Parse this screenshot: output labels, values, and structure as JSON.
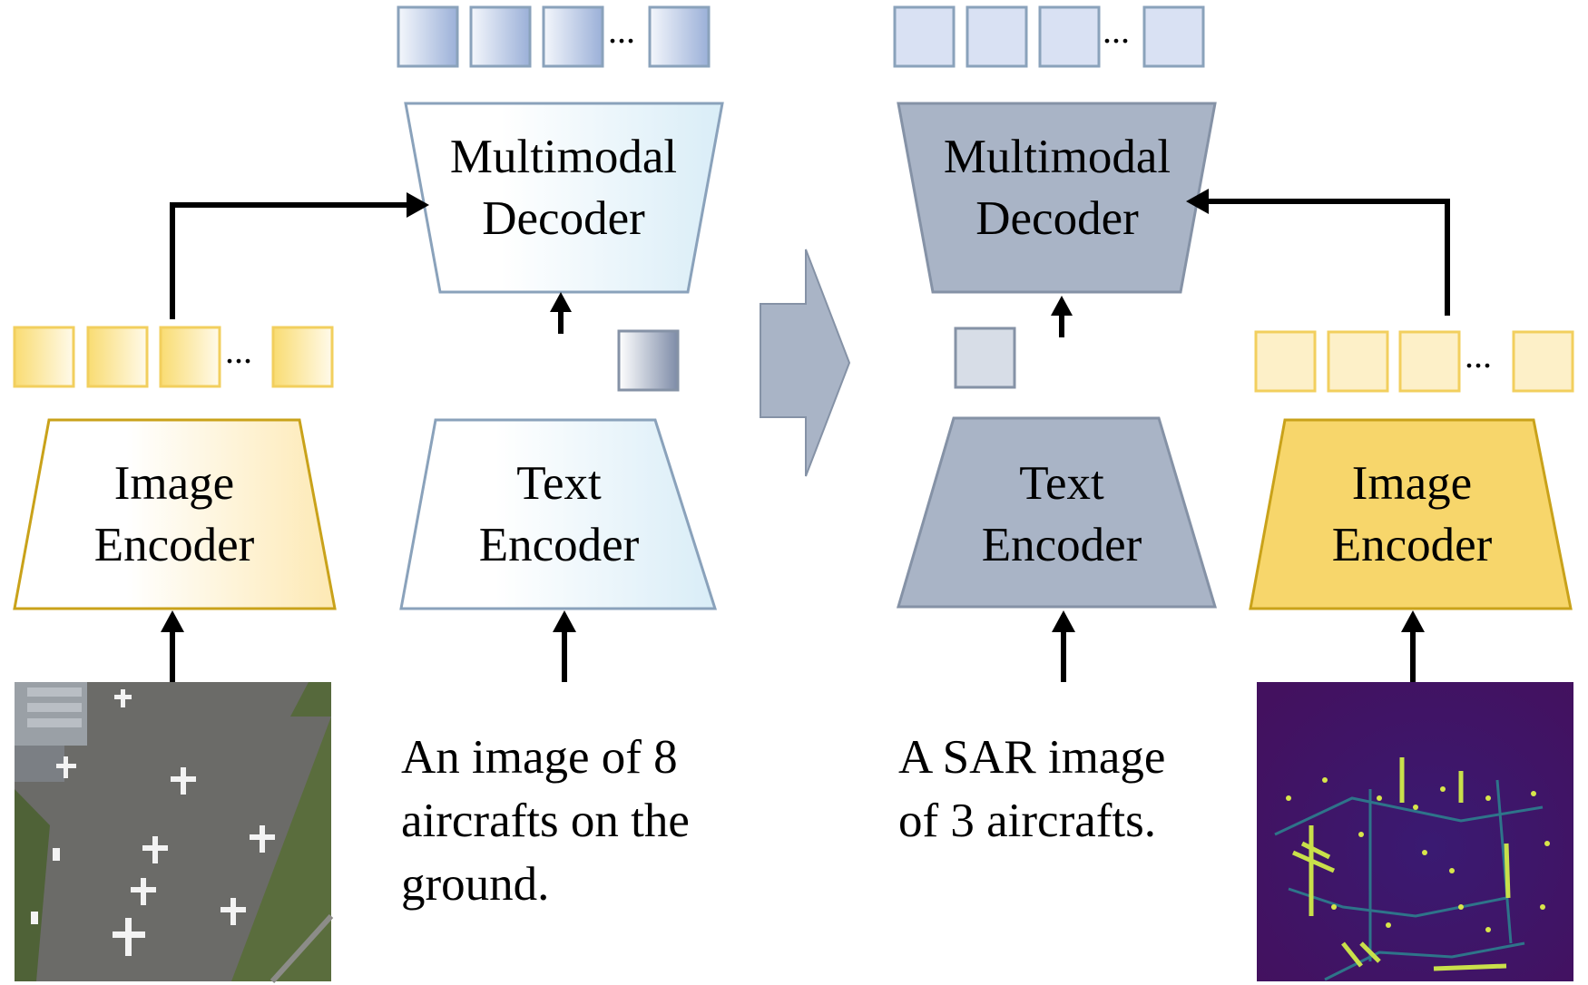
{
  "left": {
    "decoder": {
      "line1": "Multimodal",
      "line2": "Decoder"
    },
    "image_encoder": {
      "line1": "Image",
      "line2": "Encoder"
    },
    "text_encoder": {
      "line1": "Text",
      "line2": "Encoder"
    },
    "caption": [
      "An image of 8",
      "aircrafts on the",
      "ground."
    ],
    "ellipsis": "..."
  },
  "right": {
    "decoder": {
      "line1": "Multimodal",
      "line2": "Decoder"
    },
    "text_encoder": {
      "line1": "Text",
      "line2": "Encoder"
    },
    "image_encoder": {
      "line1": "Image",
      "line2": "Encoder"
    },
    "caption": [
      "A SAR image",
      "of 3 aircrafts."
    ],
    "ellipsis": "..."
  },
  "colors": {
    "image_token": "#f7d66b",
    "image_encoder_border": "#c9a21a",
    "text_blue_border": "#8aa2bb",
    "decoder_token": "#9fb4d8",
    "gray_slate": "#a9b4c6",
    "gray_slate_border": "#8592a6",
    "transfer_arrow": "#a9b4c6",
    "gold_fill": "#f7d66b"
  },
  "icons": {
    "optical_image": "aerial-airport-photo-icon",
    "sar_image": "sar-radar-image-icon"
  }
}
